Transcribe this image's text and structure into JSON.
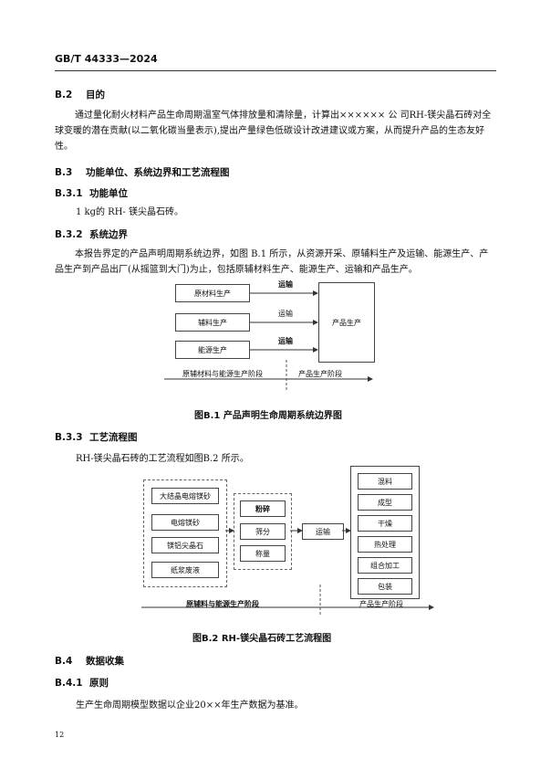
{
  "header": {
    "standard_number": "GB/T  44333—2024"
  },
  "sections": {
    "b2": {
      "number": "B.2",
      "title": "目的",
      "para": "通过量化耐火材料产品生命周期温室气体排放量和清除量，计算出××××××  公  司RH-镁尖晶石砖对全球变暖的潜在贡献(以二氧化碳当量表示),提出产量绿色低碳设计改进建议或方案，从而提升产品的生态友好性。"
    },
    "b3": {
      "number": "B.3",
      "title": "功能单位、系统边界和工艺流程图"
    },
    "b31": {
      "number": "B.3.1",
      "title": "功能单位",
      "para": "1  kg的 RH- 镁尖晶石砖。"
    },
    "b32": {
      "number": "B.3.2",
      "title": "系统边界",
      "para": "本报告界定的产品声明周期系统边界，如图 B.1 所示，从资源开采、原辅料生产及运输、能源生产、产品生产到产品出厂(从摇篮到大门)为止，包括原辅材料生产、能源生产、运输和产品生产。"
    },
    "b33": {
      "number": "B.3.3",
      "title": "工艺流程图",
      "para": "RH-镁尖晶石砖的工艺流程如图B.2 所示。"
    },
    "b4": {
      "number": "B.4",
      "title": "数据收集"
    },
    "b41": {
      "number": "B.4.1",
      "title": "原则",
      "para": "生产生命周期模型数据以企业20××年生产数据为基准。"
    }
  },
  "fig1": {
    "inputs": [
      "原材料生产",
      "辅料生产",
      "能源生产"
    ],
    "transport": [
      "运输",
      "运输",
      "运输"
    ],
    "product": "产品生产",
    "stage_left": "原辅材料与能源生产阶段",
    "stage_right": "产品生产阶段",
    "caption": "图B.1    产品声明生命周期系统边界图"
  },
  "fig2": {
    "raw_materials": [
      "大结晶电熔镁砂",
      "电熔镁砂",
      "镁铝尖晶石",
      "纸浆废液"
    ],
    "prep_steps": [
      "粉碎",
      "筛分",
      "称量"
    ],
    "transport": "运输",
    "process_steps": [
      "混料",
      "成型",
      "干燥",
      "热处理",
      "组合加工",
      "包装"
    ],
    "stage_left": "原辅料与能源生产阶段",
    "stage_right": "产品生产阶段",
    "caption": "图B.2    RH-镁尖晶石砖工艺流程图"
  },
  "footer": {
    "page_number": "12"
  }
}
